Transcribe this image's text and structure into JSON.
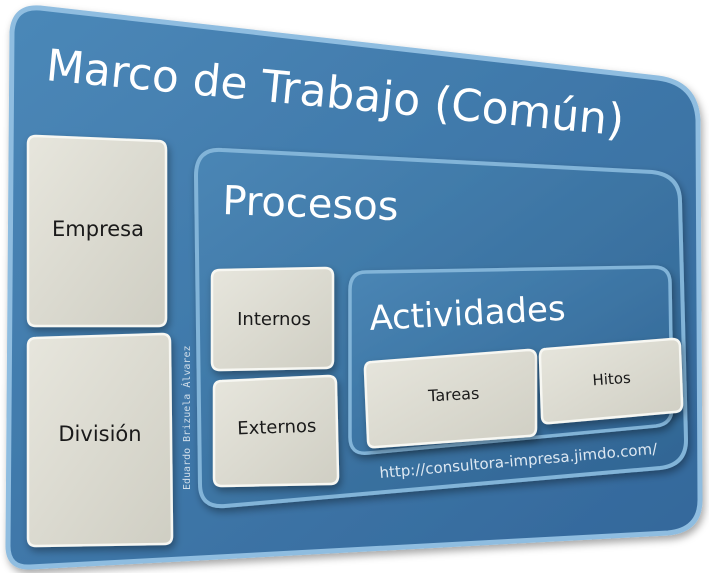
{
  "title": "Marco de Trabajo (Común)",
  "left_boxes": [
    "Empresa",
    "División"
  ],
  "processes": {
    "title": "Procesos",
    "types": [
      "Internos",
      "Externos"
    ],
    "activities": {
      "title": "Actividades",
      "items": [
        "Tareas",
        "Hitos"
      ]
    }
  },
  "url": "http://consultora-impresa.jimdo.com/",
  "author_credit": "Eduardo Brizuela Álvarez",
  "colors": {
    "frame_blue": "#3f7aa8",
    "frame_dark": "#2b5b82",
    "frame_border": "#7fb0d4",
    "box_beige": "#dcdbd0",
    "box_border": "#f5f5f0"
  }
}
